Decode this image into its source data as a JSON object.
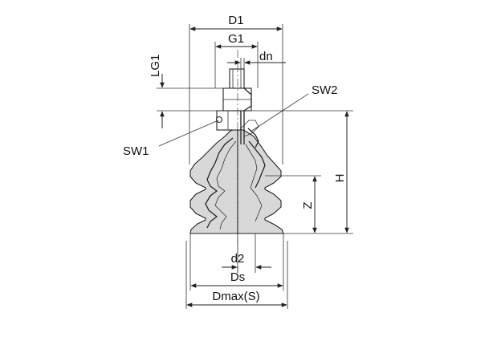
{
  "labels": {
    "D1": "D1",
    "G1": "G1",
    "dn": "dn",
    "LG1": "LG1",
    "SW2": "SW2",
    "SW1": "SW1",
    "H": "H",
    "Z": "Z",
    "d2": "d2",
    "Ds": "Ds",
    "Dmax": "Dmax(S)"
  },
  "colors": {
    "body": "#d8d8d8",
    "line": "#222222",
    "background": "#ffffff"
  }
}
